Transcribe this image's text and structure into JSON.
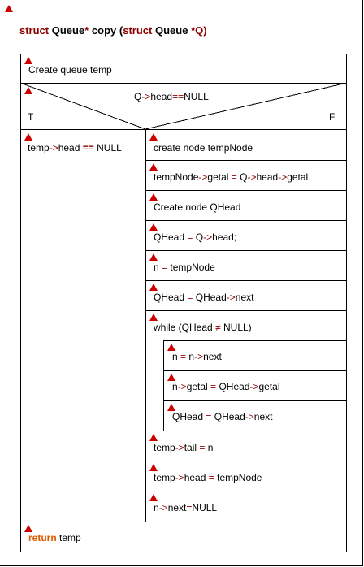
{
  "header": {
    "kw_struct1": "struct",
    "type_name1": "Queue",
    "ptr1": "*",
    "fn_name": "copy",
    "open_paren": "(",
    "kw_struct2": "struct",
    "type_name2": "Queue",
    "param": "*Q)"
  },
  "blocks": {
    "create_temp": "Create queue temp",
    "condition": {
      "left": "Q",
      "arrow": "->",
      "mid": "head",
      "eq": "==",
      "right": "NULL"
    },
    "true_label": "T",
    "false_label": "F",
    "true_branch": {
      "a": "temp",
      "arrow": "->",
      "b": "head",
      "eq": "==",
      "c": "NULL"
    },
    "false_branch": [
      {
        "text": "create node tempNode"
      },
      {
        "a": "tempNode",
        "arrow1": "->",
        "b": "getal",
        "eq": "=",
        "c": "Q",
        "arrow2": "->",
        "d": "head",
        "arrow3": "->",
        "e": "getal"
      },
      {
        "text": "Create node QHead"
      },
      {
        "a": "QHead",
        "eq": "=",
        "b": "Q",
        "arrow": "->",
        "c": "head;"
      },
      {
        "a": "n",
        "eq": "=",
        "b": "tempNode"
      },
      {
        "a": "QHead",
        "eq": "=",
        "b": "QHead",
        "arrow": "->",
        "c": "next"
      },
      {
        "a": "while (QHead",
        "neq": "≠",
        "b": "NULL)"
      }
    ],
    "loop_body": [
      {
        "a": "n",
        "eq": "=",
        "b": "n",
        "arrow": "->",
        "c": "next"
      },
      {
        "a": "n",
        "arrow1": "->",
        "b": "getal",
        "eq": "=",
        "c": "QHead",
        "arrow2": "->",
        "d": "getal"
      },
      {
        "a": "QHead",
        "eq": "=",
        "b": "QHead",
        "arrow": "->",
        "c": "next"
      }
    ],
    "after_loop": [
      {
        "a": "temp",
        "arrow": "->",
        "b": "tail",
        "eq": "=",
        "c": "n"
      },
      {
        "a": "temp",
        "arrow": "->",
        "b": "head",
        "eq": "=",
        "c": "tempNode"
      },
      {
        "a": "n",
        "arrow": "->",
        "b": "next",
        "eq": "=",
        "c": "NULL"
      }
    ],
    "return_kw": "return",
    "return_val": "temp"
  },
  "colors": {
    "keyword": "#8b0000",
    "marker": "#cc0000",
    "return": "#e05a00"
  }
}
